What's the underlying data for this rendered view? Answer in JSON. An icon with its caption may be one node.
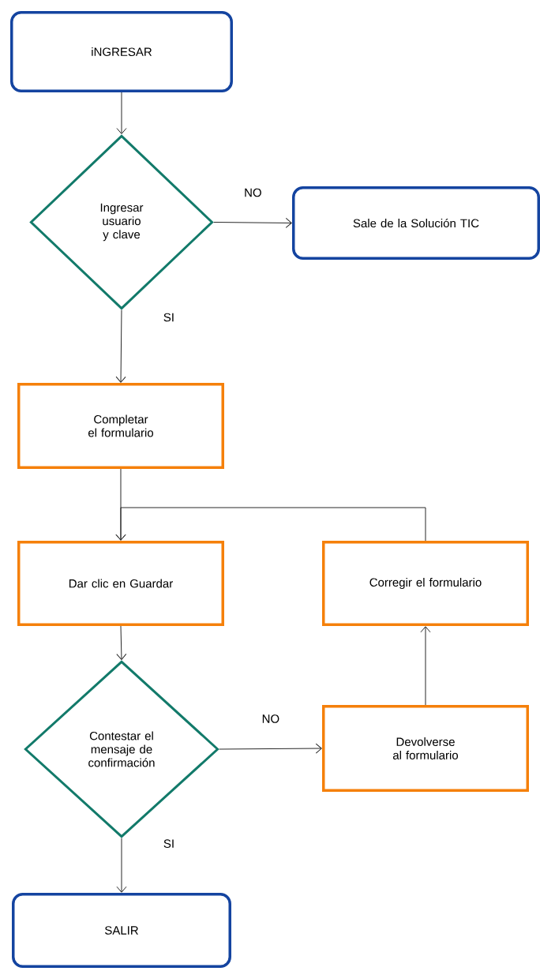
{
  "diagram": {
    "nodes": [
      {
        "text": [
          "iNGRESAR"
        ]
      },
      {
        "text": [
          "Ingresar usuario y clave"
        ]
      },
      {
        "text": [
          "Sale de la Solución TIC"
        ]
      },
      {
        "text": [
          "Completar el formulario"
        ]
      },
      {
        "text": [
          "Dar clic en Guardar"
        ]
      },
      {
        "text": [
          "Corregir el formulario"
        ]
      },
      {
        "text": [
          "Contestar el mensaje de confirmación"
        ]
      },
      {
        "text": [
          "Devolverse al formulario"
        ]
      },
      {
        "text": [
          "SALIR"
        ]
      }
    ],
    "edges": [
      {
        "from": 0,
        "to": 1,
        "arrow": "to"
      },
      {
        "from": 1,
        "to": 2,
        "arrow": "to",
        "label": "NO"
      },
      {
        "from": 1,
        "to": 3,
        "arrow": "to",
        "label": "SI"
      },
      {
        "from": 3,
        "to": 4,
        "arrow": "to"
      },
      {
        "from": 4,
        "to": 6,
        "arrow": "to"
      },
      {
        "from": 6,
        "to": 7,
        "arrow": "to",
        "label": "NO"
      },
      {
        "from": 7,
        "to": 5,
        "arrow": "to"
      },
      {
        "from": 5,
        "to": 4,
        "arrow": "to"
      },
      {
        "from": 6,
        "to": 8,
        "arrow": "to",
        "label": "SI"
      }
    ]
  }
}
